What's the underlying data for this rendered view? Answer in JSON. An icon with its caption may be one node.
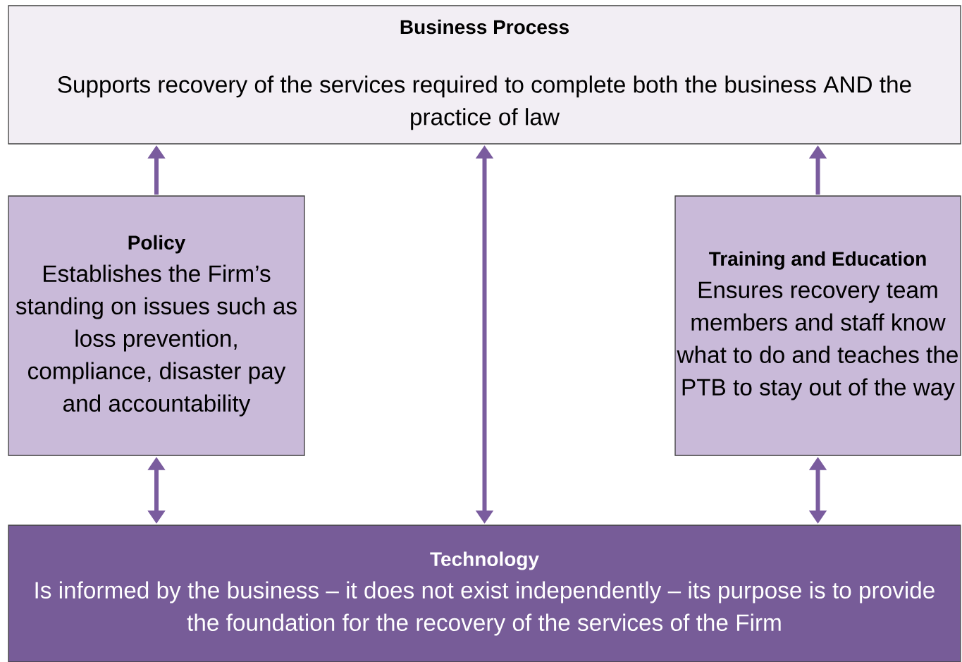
{
  "diagram": {
    "nodes": [
      {
        "text": [
          "Business Process",
          "Supports recovery of the services required to complete both the business AND the practice of law"
        ]
      },
      {
        "text": [
          "Policy",
          "Establishes the Firm’s standing on issues such as loss prevention, compliance, disaster pay and accountability"
        ]
      },
      {
        "text": [
          "Training and Education",
          "Ensures recovery team members and staff know what to do and teaches the PTB to stay out of the way"
        ]
      },
      {
        "text": [
          "Technology",
          "Is informed by the business – it does not exist independently – its purpose is to provide the foundation for the recovery of the services of the Firm"
        ]
      }
    ],
    "edges": [
      {
        "from": 1,
        "to": 0,
        "arrow": "to"
      },
      {
        "from": 3,
        "to": 0,
        "arrow": "both"
      },
      {
        "from": 2,
        "to": 0,
        "arrow": "to"
      },
      {
        "from": 1,
        "to": 3,
        "arrow": "both"
      },
      {
        "from": 2,
        "to": 3,
        "arrow": "both"
      }
    ]
  }
}
